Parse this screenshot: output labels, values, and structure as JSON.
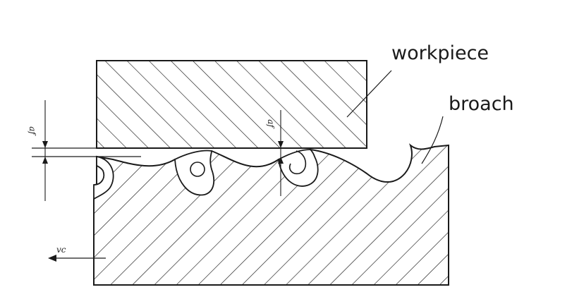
{
  "diagram": {
    "labels": {
      "workpiece": "workpiece",
      "broach": "broach"
    },
    "symbols": {
      "feed_per_tooth": "af",
      "feed_per_tooth_2": "af",
      "cutting_speed": "vc"
    },
    "colors": {
      "line": "#1a1a1a",
      "background": "#ffffff"
    }
  }
}
